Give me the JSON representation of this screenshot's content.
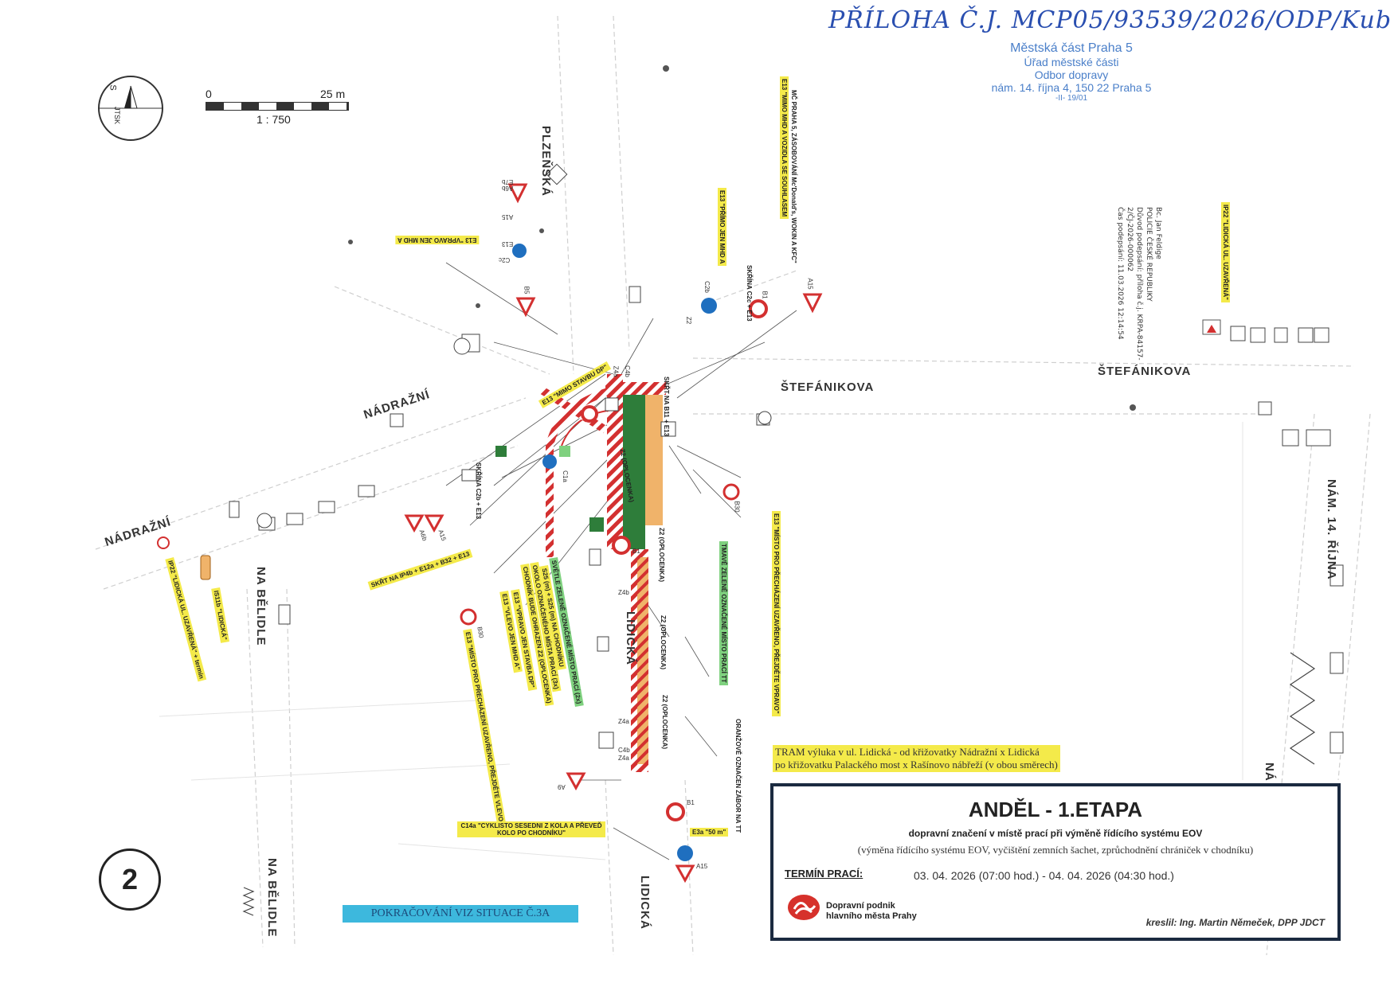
{
  "header": {
    "handwritten_note": "PŘÍLOHA Č.J. MCP05/93539/2026/ODP/Kub",
    "stamp_lines": [
      "Městská část Praha 5",
      "Úřad městské části",
      "Odbor dopravy",
      "nám. 14. října 4, 150 22 Praha 5",
      "-II- 19/01"
    ],
    "signature_lines": [
      "Bc. Jan Feldige",
      "POLICIE ČESKÉ REPUBLIKY",
      "Důvod podepsání: příloha č.j. KRPA-84157-",
      "2/ČJ-2026-000062",
      "Čas podepsání: 11.03.2026 12:14:54"
    ]
  },
  "scale": {
    "zero": "0",
    "max": "25 m",
    "ratio": "1 : 750",
    "compass": "S",
    "jtsk": "JTSK"
  },
  "streets": {
    "plzenska": "PLZEŇSKÁ",
    "nadrazni_1": "NÁDRAŽNÍ",
    "nadrazni_2": "NÁDRAŽNÍ",
    "stefanikova_1": "ŠTEFÁNIKOVA",
    "stefanikova_2": "ŠTEFÁNIKOVA",
    "na_belidle_1": "NA BĚLIDLE",
    "na_belidle_2": "NA BĚLIDLE",
    "lidicka_1": "LIDICKÁ",
    "lidicka_2": "LIDICKÁ",
    "nam_14_rijna": "NÁM. 14. ŘÍJNA",
    "nam_edge": "NÁ"
  },
  "annotations": {
    "e13_vpravo_mhd": "E13 \"VPRAVO JEN MHD A",
    "e13_primo_mhd": "E13 \"PŘÍMO JEN MHD A",
    "mimo_mhd_souhlasem": "E13 \"MIMO MHD A VOZIDLA SE SOUHLASEM",
    "zasobovani": "MČ PRAHA 5, ZÁSOBOVÁNÍ Mc'Donald's, WOKIN A KFC\"",
    "skrina_c2c": "SKŘÍNA C2c + E13",
    "ip22_lidicka_right": "IP22 \"LIDICKÁ UL. UZAVŘENÁ\"",
    "e13_mimo_stavbu": "E13 \"MIMO STAVBU DP\"",
    "skrt_na": "SKŘT NA B11 + E13",
    "skrina_c2b": "SKŘÍNA C2b + E13",
    "skrt_na_ip4b": "SKŘT NA IP4b + E12a + B32 + E13",
    "ip22_lidicka_left": "IP22 \"LIDICKÁ UL. UZAVŘENÁ\" + termín",
    "is11b_lidicka": "IS11b \"LIDICKÁ\"",
    "svetle_zelene": "SVĚTLE ZELENĚ OZNAČENÉ MÍSTO PRACÍ (2x)",
    "s25_chodnik": "S25 (m) + S25 (m) NA CHODNÍKU",
    "okolo_oznaceneho": "OKOLO OZNAČENÉHO MÍSTA PRACÍ (3x)",
    "chodnik_bude": "CHODNÍK BUDE OHRAZEN Z2 (OPLOCENKA)",
    "e13_vpravo_stavba": "E13 \"VPRAVO JEN STAVBA DP\"",
    "e13_vlevo_mhd": "E13 \"VLEVO JEN MHD A\"",
    "e13_misto_prechazeni_left": "E13 \"MÍSTO PRO PŘECHÁZENÍ UZAVŘENO, PŘEJDĚTE VLEVO\"",
    "tmave_zelene": "TMAVĚ ZELENĚ OZNAČENÉ MÍSTO PRACÍ TT",
    "e13_misto_prechazeni_right": "E13 \"MÍSTO PRO PŘECHÁZENÍ UZAVŘENO, PŘEJDĚTE VPRAVO\"",
    "oranzove": "ORANŽOVĚ OZNAČEN ZÁBOR NA TT",
    "c14a": "C14a \"CYKLISTO SESEDNI Z KOLA A PŘEVEĎ KOLO PO CHODNÍKU\"",
    "e3a": "E3a \"50 m\"",
    "z2_oplocenka": "Z2 (OPLOCENKA)"
  },
  "sign_codes": [
    "A6b",
    "E7b",
    "A15",
    "E13",
    "C2c",
    "B5",
    "C4b",
    "Z4a",
    "Z2",
    "B1",
    "C2b",
    "A15",
    "A6b",
    "A15",
    "B30",
    "A9",
    "B1",
    "A15",
    "Z4b",
    "C4b",
    "Z4a",
    "B30",
    "Z4a",
    "C1a",
    "B1"
  ],
  "tram_note": {
    "line1": "TRAM výluka v ul. Lidická - od křižovatky Nádražní x Lidická",
    "line2": "po křižovatku Palackého most x Rašínovo nábřeží (v obou směrech)"
  },
  "title_block": {
    "title": "ANDĚL - 1.ETAPA",
    "subtitle": "dopravní značení v místě prací při výměně řídícího systému EOV",
    "description": "(výměna řídícího systému EOV, vyčištění zemních šachet, zprůchodnění chrániček v chodníku)",
    "term_label": "TERMÍN PRACÍ:",
    "term_value": "03. 04. 2026 (07:00 hod.) - 04. 04. 2026 (04:30 hod.)",
    "company_line1": "Dopravní podnik",
    "company_line2": "hlavního města Prahy",
    "author": "kreslil: Ing. Martin Němeček, DPP JDCT"
  },
  "continue_note": "POKRAČOVÁNÍ VIZ SITUACE Č.3A",
  "situation_number": "2",
  "colors": {
    "work_dark_green": "#2e7d3a",
    "work_light_green": "#7fd17f",
    "zone_orange": "#f0b36a",
    "highlight_yellow": "#f4ea4a",
    "stamp_blue": "#4a7fc9",
    "continue_cyan": "#3db8dd",
    "hatch_red": "#d33030"
  }
}
